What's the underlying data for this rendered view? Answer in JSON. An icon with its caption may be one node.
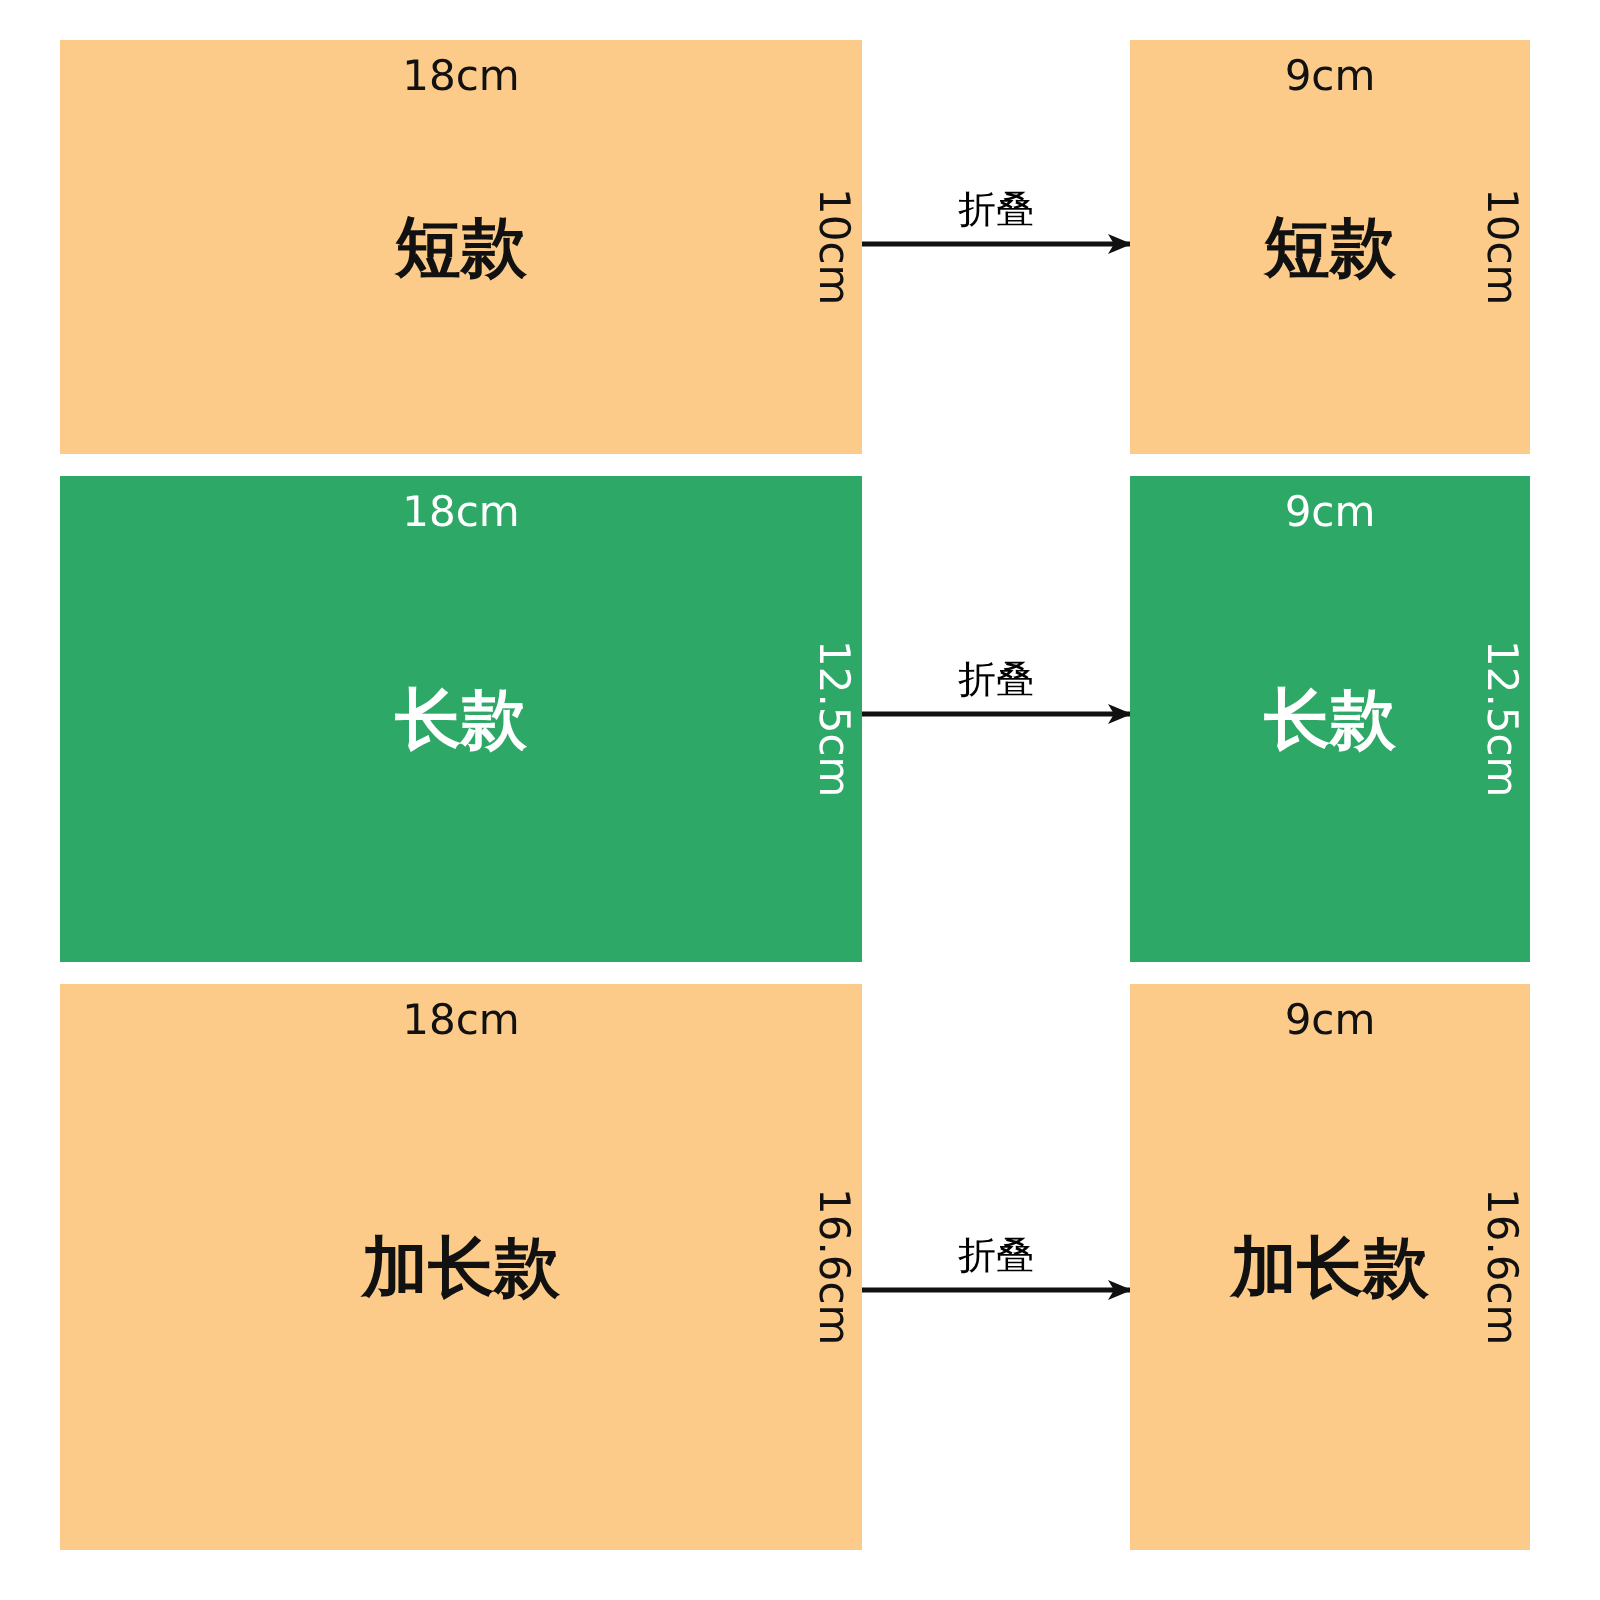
{
  "diagram": {
    "nodes": [
      {
        "text": [
          "18cm",
          "短款",
          "10cm"
        ]
      },
      {
        "text": [
          "9cm",
          "短款",
          "10cm"
        ]
      },
      {
        "text": [
          "18cm",
          "长款",
          "12.5cm"
        ]
      },
      {
        "text": [
          "9cm",
          "长款",
          "12.5cm"
        ]
      },
      {
        "text": [
          "18cm",
          "加长款",
          "16.6cm"
        ]
      },
      {
        "text": [
          "9cm",
          "加长款",
          "16.6cm"
        ]
      }
    ],
    "edges": [
      {
        "from": 0,
        "to": 1,
        "arrow": "to",
        "label": "折叠"
      },
      {
        "from": 2,
        "to": 3,
        "arrow": "to",
        "label": "折叠"
      },
      {
        "from": 4,
        "to": 5,
        "arrow": "to",
        "label": "折叠"
      }
    ]
  }
}
